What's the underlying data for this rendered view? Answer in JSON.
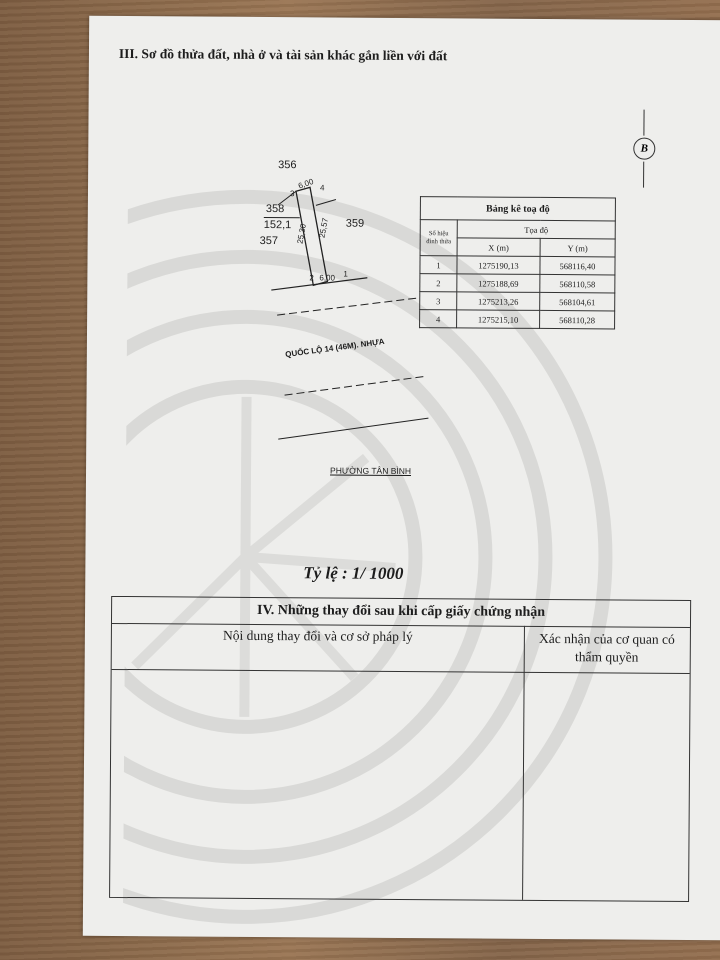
{
  "section3": {
    "heading": "III. Sơ đồ thửa đất, nhà ở và tài sản khác gắn liền với đất",
    "seal_letter": "B",
    "parcels": {
      "north": "356",
      "east": "359",
      "west": "357",
      "main_number": "358",
      "main_area": "152,1"
    },
    "dimensions": {
      "top": "6,00",
      "bottom": "6,00",
      "left": "25,30",
      "right": "25,57"
    },
    "vertices": [
      "1",
      "2",
      "3",
      "4"
    ],
    "coordinate_table": {
      "title": "Bảng kê toạ độ",
      "col_point": "Số hiệu đỉnh thửa",
      "col_group": "Tọa độ",
      "col_x": "X (m)",
      "col_y": "Y (m)",
      "rows": [
        {
          "point": "1",
          "x": "1275190,13",
          "y": "568116,40"
        },
        {
          "point": "2",
          "x": "1275188,69",
          "y": "568110,58"
        },
        {
          "point": "3",
          "x": "1275213,26",
          "y": "568104,61"
        },
        {
          "point": "4",
          "x": "1275215,10",
          "y": "568110,28"
        }
      ]
    },
    "road_label": "QUỐC LỘ 14 (46M). NHỰA",
    "ward_label": "PHƯỜNG TÂN BÌNH",
    "scale": "Tỷ lệ : 1/ 1000"
  },
  "section4": {
    "title": "IV. Những thay đổi sau khi cấp giấy chứng nhận",
    "col_content": "Nội dung thay đổi và cơ sở pháp lý",
    "col_confirm_line1": "Xác nhận của cơ quan có",
    "col_confirm_line2": "thẩm quyền"
  },
  "colors": {
    "paper": "#eeeeec",
    "ink": "#1d1d1d",
    "wood": "#8a6a4c"
  }
}
